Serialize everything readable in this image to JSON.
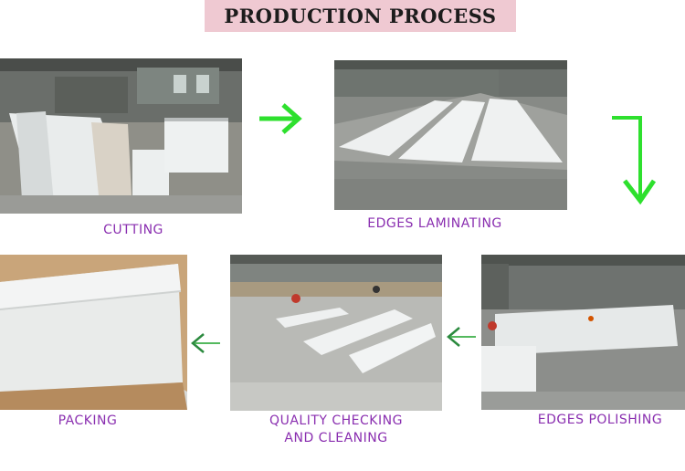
{
  "title": "PRODUCTION PROCESS",
  "steps": [
    {
      "label": "CUTTING"
    },
    {
      "label": "EDGES LAMINATING"
    },
    {
      "label": "EDGES POLISHING"
    },
    {
      "label": "QUALITY CHECKING",
      "label2": "AND CLEANING"
    },
    {
      "label": "PACKING"
    }
  ],
  "colors": {
    "title_bg": "#efc9d2",
    "label": "#8a2fb0",
    "arrow_bright": "#2ee02e",
    "arrow_outline": "#2b8a3e"
  }
}
